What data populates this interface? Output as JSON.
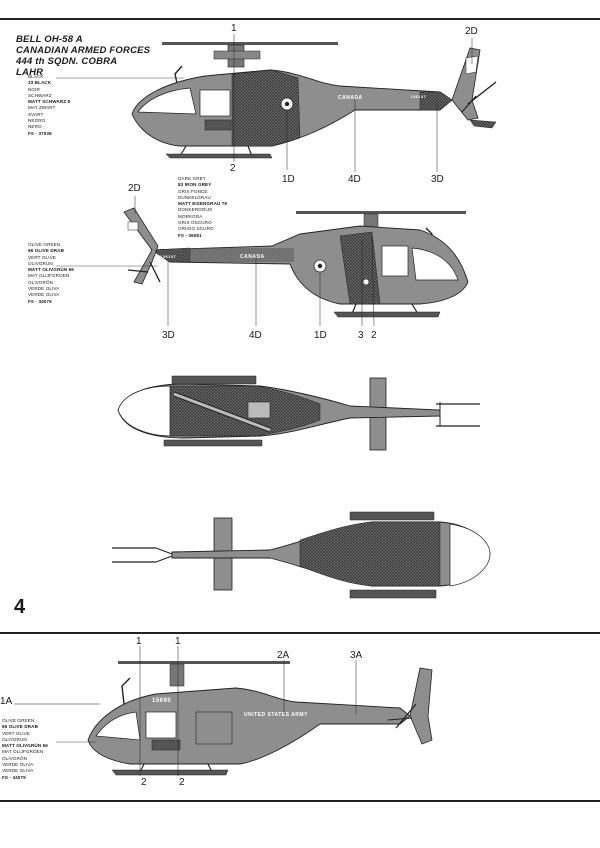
{
  "title_lines": [
    "BELL OH-58 A",
    "CANADIAN ARMED FORCES",
    "444 th SQDN. COBRA",
    "LAHR"
  ],
  "page_number": "4",
  "legend_black": [
    "BLACK",
    "33 BLACK",
    "NOIR",
    "SCHWARZ",
    "MATT SCHWARZ 8",
    "MAT ZWART",
    "SVART",
    "NEGRO",
    "NERO",
    "FS - 37038"
  ],
  "legend_grey": [
    "DARK GREY",
    "83 IRON GREY",
    "GRIS FONCE",
    "DUNKELGRAU",
    "MATT EISENGRAU 79",
    "DONKERGRIJS",
    "MORKGRA",
    "GRIS OSCURO",
    "GRIGIO SCURO",
    "FS - 36081"
  ],
  "legend_green_1": [
    "OLIVE GREEN",
    "66 OLIVE DRAB",
    "VERT OLIVE",
    "OLIVGRUN",
    "MATT OLIVGRÜN 66",
    "MAT OLIJFGROEN",
    "OLIVGRÖN",
    "VERDE OLIVA",
    "VERDE OLIVA",
    "FS - 34079"
  ],
  "legend_green_2": [
    "OLIVE GREEN",
    "66 OLIVE DRAB",
    "VERT OLIVE",
    "OLIVGRUN",
    "MATT OLIVGRÜN 66",
    "MAT OLIJFGROEN",
    "OLIVGRÖN",
    "VERDE OLIVA",
    "VERDE OLIVA",
    "FS - 34079"
  ],
  "callouts": {
    "top_1": "1",
    "top_2": "2",
    "top_1d": "1D",
    "top_4d": "4D",
    "top_3d": "3D",
    "top_2d": "2D",
    "mid_2d": "2D",
    "mid_3d": "3D",
    "mid_4d": "4D",
    "mid_1d": "1D",
    "mid_3": "3",
    "mid_2": "2",
    "bot_1a": "1A",
    "bot_1_left": "1",
    "bot_1_right": "1",
    "bot_2_left": "2",
    "bot_2_right": "2",
    "bot_2a": "2A",
    "bot_3a": "3A"
  },
  "markings": {
    "canada_top": "CANADA",
    "canada_mid": "CANADA",
    "serial_top": "136137",
    "serial_mid": "136137",
    "us_army": "UNITED STATES ARMY",
    "tail_num": "15695"
  }
}
